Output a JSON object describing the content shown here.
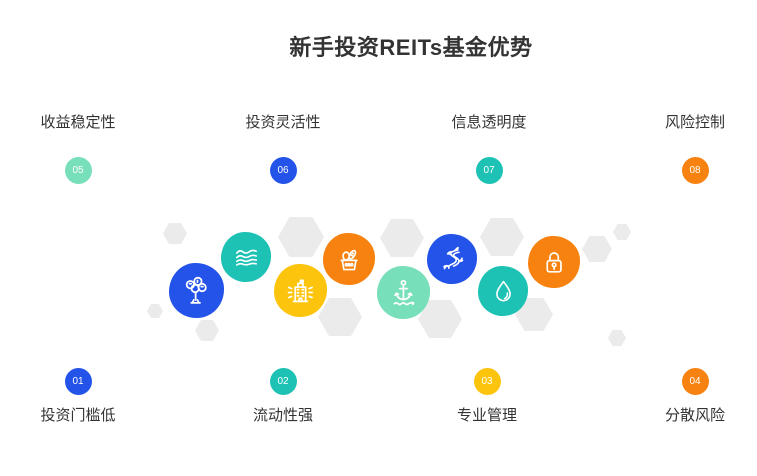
{
  "title": "新手投资REITs基金优势",
  "palette": {
    "blue": "#2353e9",
    "teal": "#1dc2b4",
    "mint": "#77dfb9",
    "yellow": "#fdc40d",
    "orange": "#f8820f",
    "hexagon_gray": "#ebebeb",
    "text": "#333333"
  },
  "top_items": [
    {
      "number": "05",
      "label": "收益稳定性",
      "color": "#77dfb9"
    },
    {
      "number": "06",
      "label": "投资灵活性",
      "color": "#2353e9"
    },
    {
      "number": "07",
      "label": "信息透明度",
      "color": "#1dc2b4"
    },
    {
      "number": "08",
      "label": "风险控制",
      "color": "#f8820f"
    }
  ],
  "bottom_items": [
    {
      "number": "01",
      "label": "投资门槛低",
      "color": "#2353e9"
    },
    {
      "number": "02",
      "label": "流动性强",
      "color": "#1dc2b4"
    },
    {
      "number": "03",
      "label": "专业管理",
      "color": "#fdc40d"
    },
    {
      "number": "04",
      "label": "分散风险",
      "color": "#f8820f"
    }
  ],
  "cluster": [
    {
      "icon": "money-tree-icon",
      "color": "#2353e9"
    },
    {
      "icon": "waves-icon",
      "color": "#1dc2b4"
    },
    {
      "icon": "building-rays-icon",
      "color": "#fdc40d"
    },
    {
      "icon": "food-basket-icon",
      "color": "#f8820f"
    },
    {
      "icon": "anchor-icon",
      "color": "#77dfb9"
    },
    {
      "icon": "winding-stream-icon",
      "color": "#2353e9"
    },
    {
      "icon": "water-drop-icon",
      "color": "#1dc2b4"
    },
    {
      "icon": "padlock-icon",
      "color": "#f8820f"
    }
  ]
}
